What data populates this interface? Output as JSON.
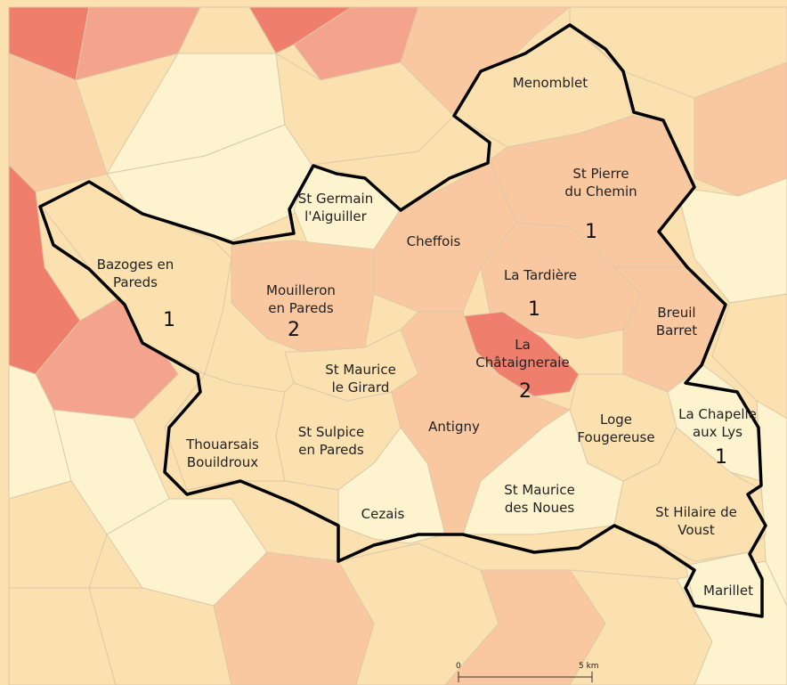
{
  "colors": {
    "level_0": "#fdf3cf",
    "level_1": "#fbe0b0",
    "level_2": "#f9c8a0",
    "level_3": "#f4a48c",
    "level_4": "#ef7e6c",
    "border": "#000000"
  },
  "communes": [
    {
      "id": "menomblet",
      "lines": [
        "Menomblet"
      ],
      "number": ""
    },
    {
      "id": "st-pierre-du-chemin",
      "lines": [
        "St Pierre",
        "du Chemin"
      ],
      "number": "1"
    },
    {
      "id": "st-germain-l-aiguiller",
      "lines": [
        "St Germain",
        "l'Aiguiller"
      ],
      "number": ""
    },
    {
      "id": "cheffois",
      "lines": [
        "Cheffois"
      ],
      "number": ""
    },
    {
      "id": "bazoges-en-pareds",
      "lines": [
        "Bazoges en",
        "Pareds"
      ],
      "number": "1"
    },
    {
      "id": "mouilleron-en-pareds",
      "lines": [
        "Mouilleron",
        "en Pareds"
      ],
      "number": "2"
    },
    {
      "id": "la-tardiere",
      "lines": [
        "La Tardière"
      ],
      "number": "1"
    },
    {
      "id": "breuil-barret",
      "lines": [
        "Breuil",
        "Barret"
      ],
      "number": ""
    },
    {
      "id": "la-chataigneraie",
      "lines": [
        "La",
        "Châtaigneraie"
      ],
      "number": "2"
    },
    {
      "id": "st-maurice-le-girard",
      "lines": [
        "St Maurice",
        "le Girard"
      ],
      "number": ""
    },
    {
      "id": "antigny",
      "lines": [
        "Antigny"
      ],
      "number": ""
    },
    {
      "id": "loge-fougereuse",
      "lines": [
        "Loge",
        "Fougereuse"
      ],
      "number": ""
    },
    {
      "id": "la-chapelle-aux-lys",
      "lines": [
        "La Chapelle",
        "aux Lys"
      ],
      "number": "1"
    },
    {
      "id": "thouarsais-bouildroux",
      "lines": [
        "Thouarsais",
        "Bouildroux"
      ],
      "number": ""
    },
    {
      "id": "st-sulpice-en-pareds",
      "lines": [
        "St Sulpice",
        "en Pareds"
      ],
      "number": ""
    },
    {
      "id": "st-maurice-des-noues",
      "lines": [
        "St Maurice",
        "des Noues"
      ],
      "number": ""
    },
    {
      "id": "cezais",
      "lines": [
        "Cezais"
      ],
      "number": ""
    },
    {
      "id": "st-hilaire-de-voust",
      "lines": [
        "St Hilaire de",
        "Voust"
      ],
      "number": ""
    },
    {
      "id": "marillet",
      "lines": [
        "Marillet"
      ],
      "number": ""
    }
  ],
  "scale_bar": {
    "start_label": "0",
    "end_label": "5 km"
  }
}
